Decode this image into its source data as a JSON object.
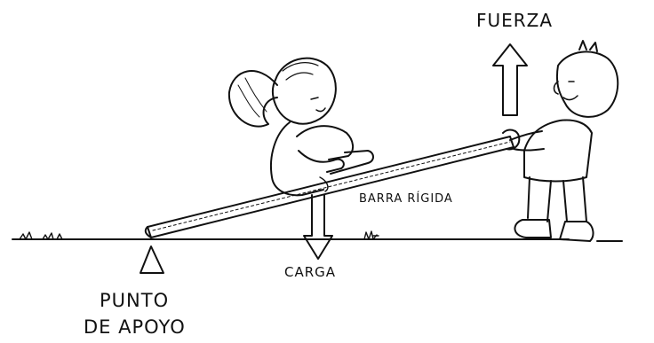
{
  "labels": {
    "force": "FUERZA",
    "bar": "BARRA RÍGIDA",
    "load": "CARGA",
    "fulcrum_line1": "PUNTO",
    "fulcrum_line2": "DE APOYO"
  }
}
